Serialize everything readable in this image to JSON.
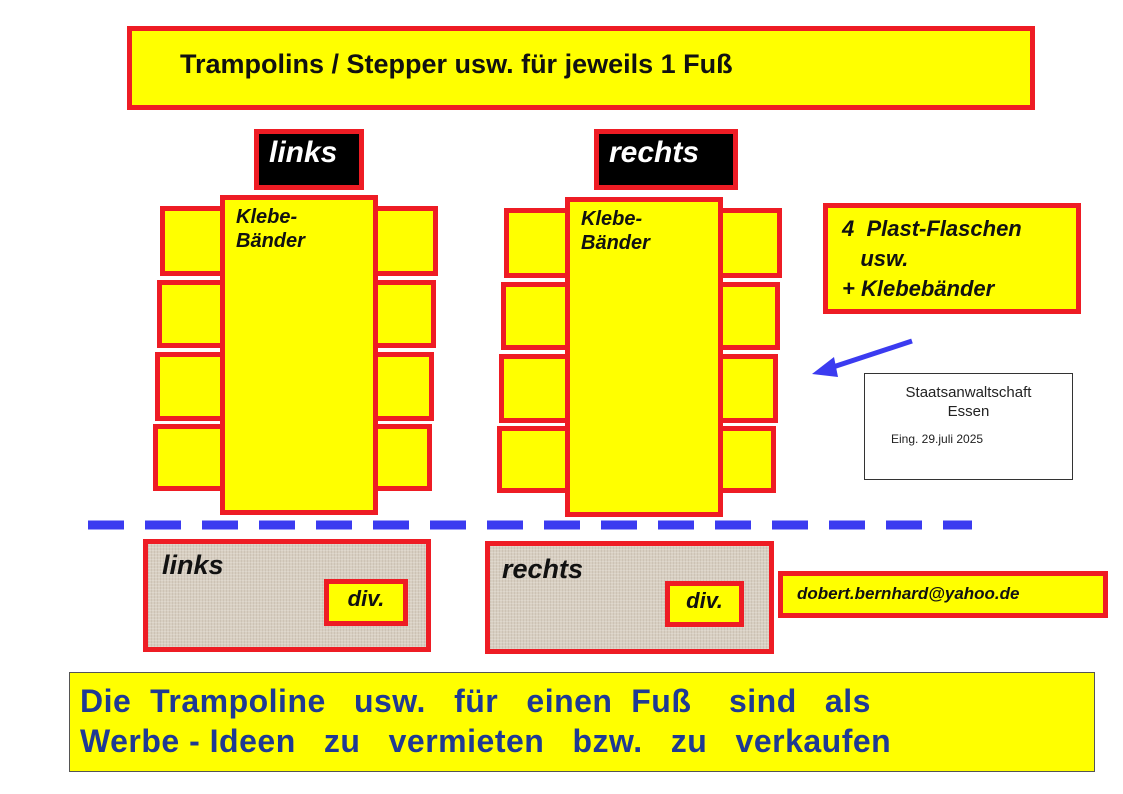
{
  "title": "Trampolins / Stepper  usw.  für jeweils   1  Fuß",
  "left_label": "links",
  "right_label": "rechts",
  "tape_label": "Klebe-\nBänder",
  "info_box": "4  Plast-Flaschen\n   usw.\n+ Klebebänder",
  "stamp": {
    "line1": "Staatsanwaltschaft",
    "line2": "Essen",
    "line3": "Eing. 29.juli 2025"
  },
  "bottom_left_label": "links",
  "bottom_right_label": "rechts",
  "div_label": "div.",
  "email": "dobert.bernhard@yahoo.de",
  "footer": {
    "line1": "Die  Trampoline   usw.   für   einen  Fuß    sind   als",
    "line2": "Werbe - Ideen   zu   vermieten   bzw.   zu   verkaufen"
  },
  "colors": {
    "yellow": "#ffff00",
    "red_border": "#ee1c24",
    "dash_blue": "#3b3bf0",
    "footer_text": "#1f3a93"
  },
  "icons": [
    "arrow-icon"
  ]
}
